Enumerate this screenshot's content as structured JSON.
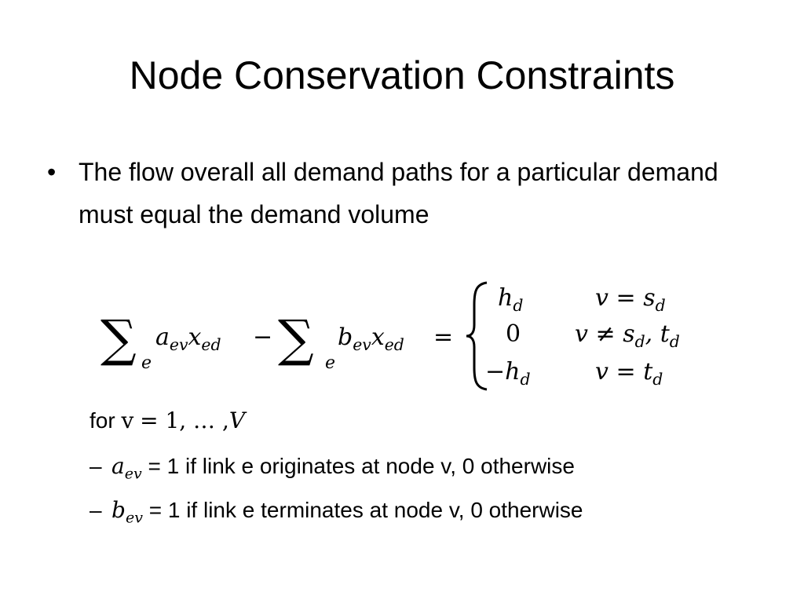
{
  "slide": {
    "title": "Node Conservation Constraints",
    "bullet": {
      "marker": "•",
      "text": "The flow overall all demand paths for a particular demand must equal the demand volume"
    },
    "equation": {
      "sum_symbol": "∑",
      "sum_index": "e",
      "term1_a": "a",
      "term1_a_sub": "ev",
      "term1_x": "x",
      "term1_x_sub": "ed",
      "minus": "−",
      "term2_b": "b",
      "term2_b_sub": "ev",
      "term2_x": "x",
      "term2_x_sub": "ed",
      "equals": "=",
      "cases": [
        {
          "value": "h",
          "value_sub": "d",
          "cond_var": "v",
          "cond_op": "=",
          "cond_rhs": "s",
          "cond_rhs_sub": "d",
          "cond_extra": "",
          "cond_extra_sub": ""
        },
        {
          "value": "0",
          "value_sub": "",
          "cond_var": "v",
          "cond_op": "≠",
          "cond_rhs": "s",
          "cond_rhs_sub": "d",
          "cond_extra": ", t",
          "cond_extra_sub": "d"
        },
        {
          "value": "−h",
          "value_sub": "d",
          "cond_var": "v",
          "cond_op": "=",
          "cond_rhs": "t",
          "cond_rhs_sub": "d",
          "cond_extra": "",
          "cond_extra_sub": ""
        }
      ]
    },
    "for_line": {
      "prefix": "for",
      "var": "v",
      "range": "= 1, … ,",
      "upper": "V"
    },
    "sub_items": [
      {
        "dash": "–",
        "sym": "a",
        "sym_sub": "ev",
        "text": " = 1 if link e originates at node v, 0 otherwise"
      },
      {
        "dash": "–",
        "sym": "b",
        "sym_sub": "ev",
        "text": " = 1 if link e terminates at node v, 0 otherwise"
      }
    ]
  }
}
